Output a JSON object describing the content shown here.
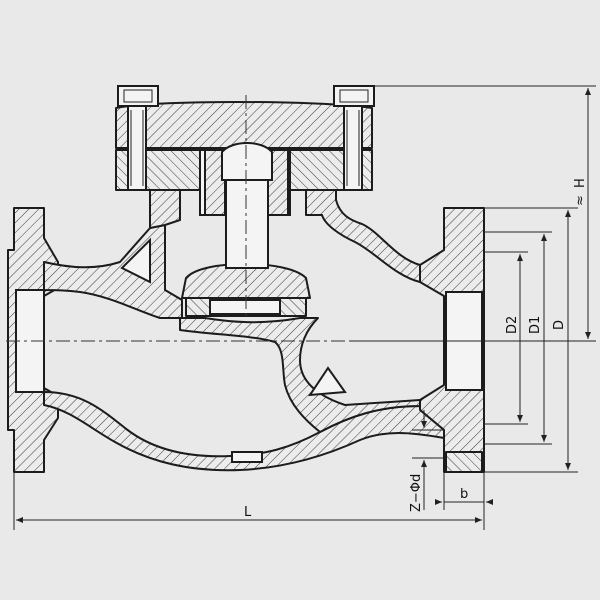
{
  "labels": {
    "L": "L",
    "H": "H",
    "approx": "≈",
    "D": "D",
    "D1": "D1",
    "D2": "D2",
    "Zd": "Z−Φd",
    "b": "b"
  },
  "colors": {
    "background": "#e9e9e9",
    "line": "#1c1c1c"
  }
}
